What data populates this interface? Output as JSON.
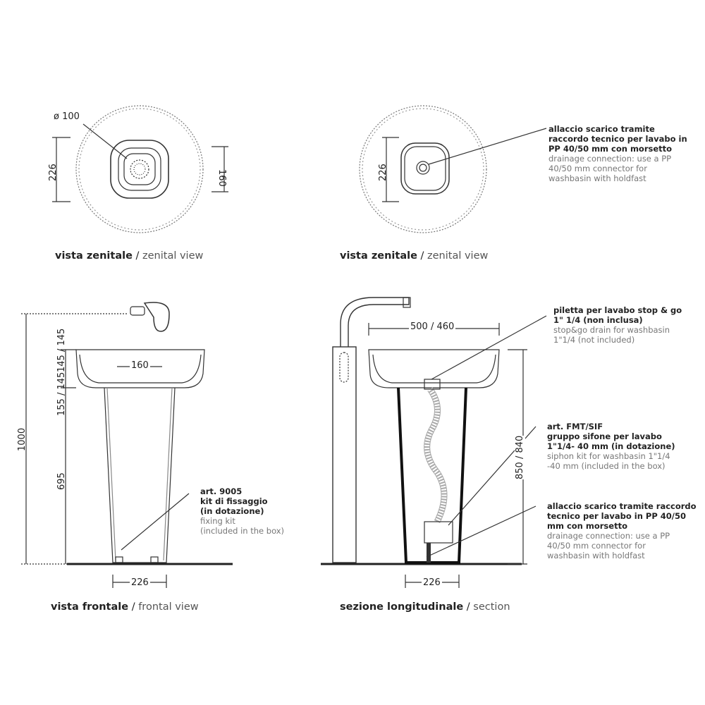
{
  "views": {
    "top_left": {
      "caption_it": "vista zenitale",
      "caption_en": "zenital view",
      "dims": {
        "diameter": "ø 100",
        "height": "226",
        "inner": "160"
      }
    },
    "top_right": {
      "caption_it": "vista zenitale",
      "caption_en": "zenital view",
      "dims": {
        "height": "226"
      },
      "note": {
        "it": [
          "allaccio scarico tramite",
          "raccordo tecnico per lavabo in",
          "PP 40/50 mm con morsetto"
        ],
        "en": [
          "drainage connection: use a PP",
          "40/50 mm connector for",
          "washbasin with holdfast"
        ]
      }
    },
    "frontal": {
      "caption_it": "vista frontale",
      "caption_en": "frontal view",
      "dims": {
        "total": "1000",
        "top": "145 / 145",
        "mid": "155 / 145",
        "lower": "695",
        "width_top": "160",
        "width_base": "226"
      },
      "note": {
        "it": [
          "art. 9005",
          "kit di fissaggio",
          "(in dotazione)"
        ],
        "en": [
          "fixing kit",
          "(included in the box)"
        ]
      }
    },
    "section": {
      "caption_it": "sezione longitudinale",
      "caption_en": "section",
      "dims": {
        "width": "500 / 460",
        "height": "850 / 840",
        "base": "226"
      },
      "notes": [
        {
          "it": [
            "piletta per lavabo stop & go",
            "1\" 1/4 (non inclusa)"
          ],
          "en": [
            "stop&go drain for washbasin",
            "1\"1/4 (not included)"
          ]
        },
        {
          "it": [
            "art. FMT/SIF",
            "gruppo sifone per lavabo",
            "1\"1/4- 40 mm (in dotazione)"
          ],
          "en": [
            "siphon kit for washbasin 1\"1/4",
            "-40 mm (included in the box)"
          ]
        },
        {
          "it": [
            "allaccio scarico tramite raccordo",
            "tecnico per lavabo in PP 40/50",
            "mm con morsetto"
          ],
          "en": [
            "drainage connection: use a PP",
            "40/50 mm connector for",
            "washbasin with holdfast"
          ]
        }
      ]
    }
  }
}
